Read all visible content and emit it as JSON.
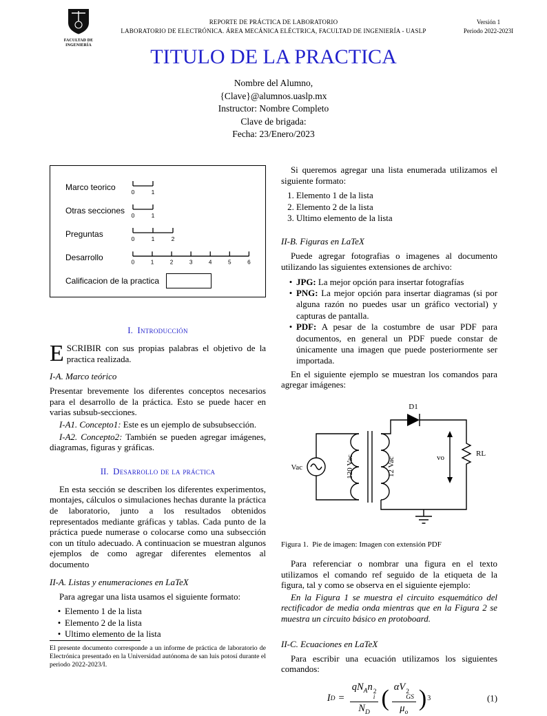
{
  "colors": {
    "accent": "#2222cc"
  },
  "glyphs": {
    "bullet": "•"
  },
  "header": {
    "line1": "REPORTE DE PRÁCTICA DE LABORATORIO",
    "line2": "LABORATORIO DE ELECTRÓNICA. ÁREA MECÁNICA ELÉCTRICA, FACULTAD DE INGENIERÍA - UASLP",
    "version": "Versión 1",
    "period": "Periodo 2022-2023I",
    "logo_caption_line1": "FACULTAD DE",
    "logo_caption_line2": "INGENIERÍA"
  },
  "title": "TITULO DE LA PRACTICA",
  "authors": {
    "name": "Nombre del Alumno,",
    "email": "{Clave}@alumnos.uaslp.mx",
    "instructor": "Instructor: Nombre Completo",
    "brigade": "Clave de brigada:",
    "date": "Fecha: 23/Enero/2023"
  },
  "rubric_figure": {
    "rows": [
      {
        "label": "Marco teorico",
        "ticks": [
          "0",
          "1"
        ]
      },
      {
        "label": "Otras secciones",
        "ticks": [
          "0",
          "1"
        ]
      },
      {
        "label": "Preguntas",
        "ticks": [
          "0",
          "1",
          "2"
        ]
      },
      {
        "label": "Desarrollo",
        "ticks": [
          "0",
          "1",
          "2",
          "3",
          "4",
          "5",
          "6"
        ]
      }
    ],
    "grade_label": "Calificacion de la practica"
  },
  "intro": {
    "heading_num": "I.",
    "heading_title": "Introducción",
    "dropcap": "E",
    "lead_rest": "SCRIBIR con sus propias palabras el objetivo de la practica realizada.",
    "subA_head": "I-A. Marco teórico",
    "subA_body": "Presentar brevemente los diferentes conceptos necesarios para el desarrollo de la práctica. Esto se puede hacer en varias subsub-secciones.",
    "subsub1_head": "I-A1. Concepto1:",
    "subsub1_text": "Este es un ejemplo de subsubsección.",
    "subsub2_head": "I-A2. Concepto2:",
    "subsub2_text": "También se pueden agregar imágenes, diagramas, figuras y gráficas."
  },
  "desarrollo": {
    "heading_num": "II.",
    "heading_title": "Desarrollo de la práctica",
    "body": "En esta sección se describen los diferentes experimentos, montajes, cálculos o simulaciones hechas durante la práctica de laboratorio, junto a los resultados obtenidos representados mediante gráficas y tablas. Cada punto de la práctica puede numerase o colocarse como una subsección con un título adecuado. A continuacion se muestran algunos ejemplos de como agregar diferentes elementos al documento",
    "subA_head": "II-A. Listas y enumeraciones en LaTeX",
    "subA_intro": "Para agregar una lista usamos el siguiente formato:",
    "subA_bullets": [
      "Elemento 1 de la lista",
      "Elemento 2 de la lista",
      "Ultimo elemento de la lista"
    ],
    "enum_intro": "Si queremos agregar una lista enumerada utilizamos el siguiente formato:",
    "enum_items": [
      {
        "num": "1.",
        "text": "Elemento 1 de la lista"
      },
      {
        "num": "2.",
        "text": "Elemento 2 de la lista"
      },
      {
        "num": "3.",
        "text": "Ultimo elemento de la lista"
      }
    ],
    "subB_head": "II-B. Figuras en LaTeX",
    "subB_intro": "Puede agregar fotografias o imagenes al documento utilizando las siguientes extensiones de archivo:",
    "subB_bullets": [
      {
        "term": "JPG:",
        "text": "La mejor opción para insertar fotografías"
      },
      {
        "term": "PNG:",
        "text": "La mejor opción para insertar diagramas (si por alguna razón no puedes usar un gráfico vectorial) y capturas de pantalla."
      },
      {
        "term": "PDF:",
        "text": "A pesar de la costumbre de usar PDF para documentos, en general un PDF puede constar de únicamente una imagen que puede posteriormente ser importada."
      }
    ],
    "example_intro": "En el siguiente ejemplo se muestran los comandos para agregar imágenes:",
    "figure_caption_label": "Figura 1.",
    "figure_caption_text": "Pie de imagen: Imagen con extensión PDF",
    "ref_paragraph": "Para referenciar o nombrar una figura en el texto utilizamos el comando ref seguido de la etiqueta de la figura, tal y como se observa en el siguiente ejemplo:",
    "ref_example": "En la Figura 1 se muestra el circuito esquemático del rectificador de media onda mientras que en la Figura 2 se muestra un circuito básico en protoboard.",
    "subC_head": "II-C. Ecuaciones en LaTeX",
    "subC_intro": "Para escribir una ecuación utilizamos los siguientes comandos:"
  },
  "circuit": {
    "vac_label": "Vac",
    "primary_label": "120 Vac",
    "secondary_label": "12 Vac",
    "diode_label": "D1",
    "vo_label": "vo",
    "rl_label": "RL"
  },
  "equation": {
    "lhs_base": "I",
    "lhs_sub": "D",
    "equals": "=",
    "f1n_a": "qN",
    "f1n_a_sub": "A",
    "f1n_b": "n",
    "f1n_b_sub": "i",
    "f1n_b_sup": "2",
    "f1d": "N",
    "f1d_sub": "D",
    "paren_open": "(",
    "paren_close": ")",
    "f2n_a": "αV",
    "f2n_sub": "GS",
    "f2n_sup": "2",
    "f2d": "μ",
    "f2d_sub": "o",
    "outer_exp": "3",
    "number": "(1)"
  },
  "footnote": "El presente documento corresponde a un informe de práctica de laboratorio de Electrónica presentado en la Universidad autónoma de san luis potosí durante el periodo 2022-2023/I."
}
